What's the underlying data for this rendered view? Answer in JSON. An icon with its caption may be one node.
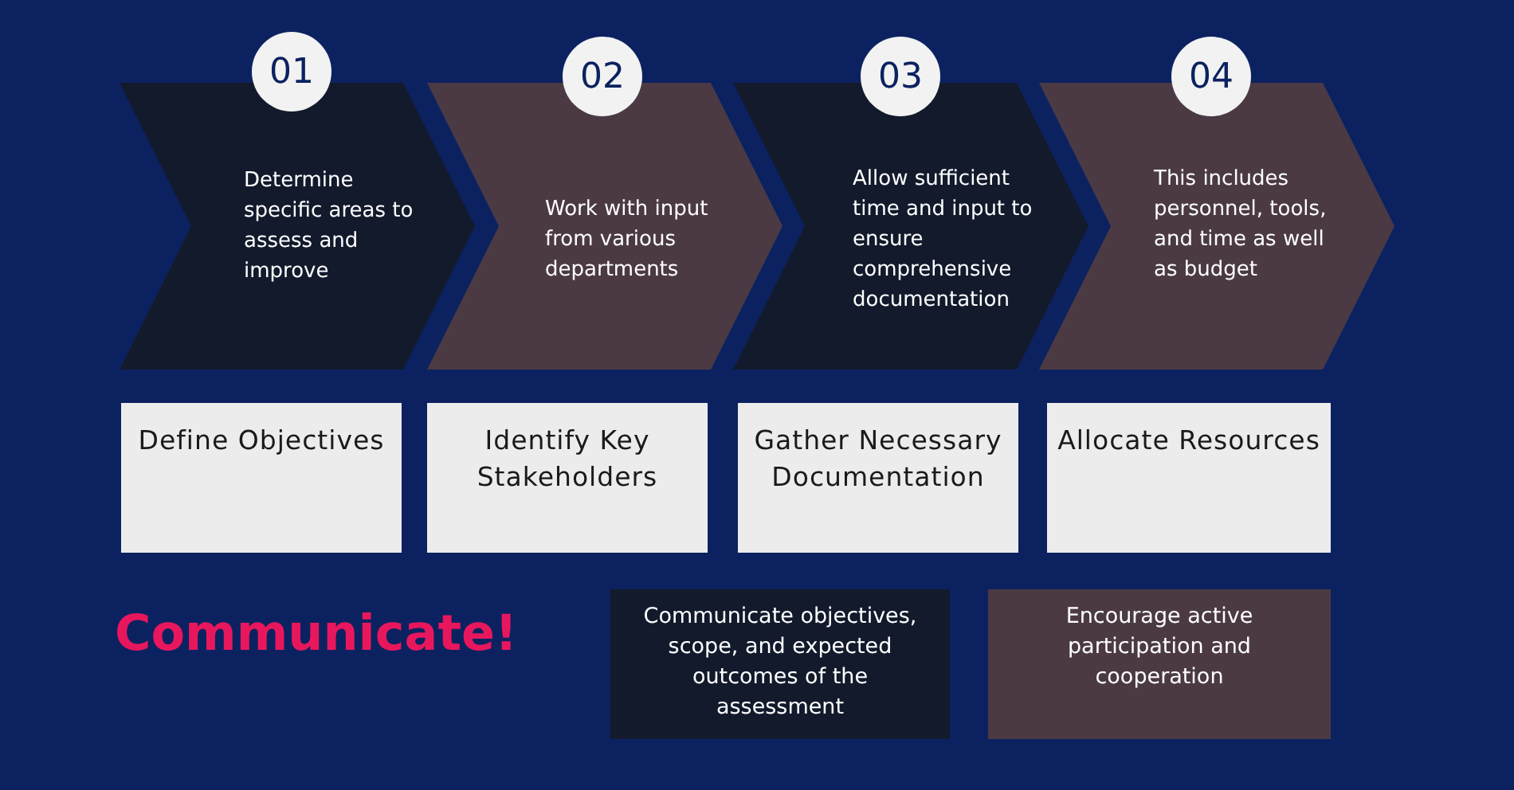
{
  "diagram": {
    "nodes": [
      {
        "text": [
          "01"
        ]
      },
      {
        "text": [
          "Determine specific areas to assess and improve"
        ]
      },
      {
        "text": [
          "02"
        ]
      },
      {
        "text": [
          "Work with input from various departments"
        ]
      },
      {
        "text": [
          "03"
        ]
      },
      {
        "text": [
          "Allow sufficient time and input to ensure comprehensive documentation"
        ]
      },
      {
        "text": [
          "04"
        ]
      },
      {
        "text": [
          "This includes personnel, tools, and time as well as budget"
        ]
      },
      {
        "text": [
          "Define Objectives"
        ]
      },
      {
        "text": [
          "Identify Key Stakeholders"
        ]
      },
      {
        "text": [
          "Gather Necessary Documentation"
        ]
      },
      {
        "text": [
          "Allocate Resources"
        ]
      },
      {
        "text": [
          "Communicate objectives, scope, and expected outcomes of the assessment"
        ]
      },
      {
        "text": [
          "Encourage active participation and cooperation"
        ]
      }
    ],
    "edges": [],
    "labels": [
      "Communicate!"
    ]
  }
}
